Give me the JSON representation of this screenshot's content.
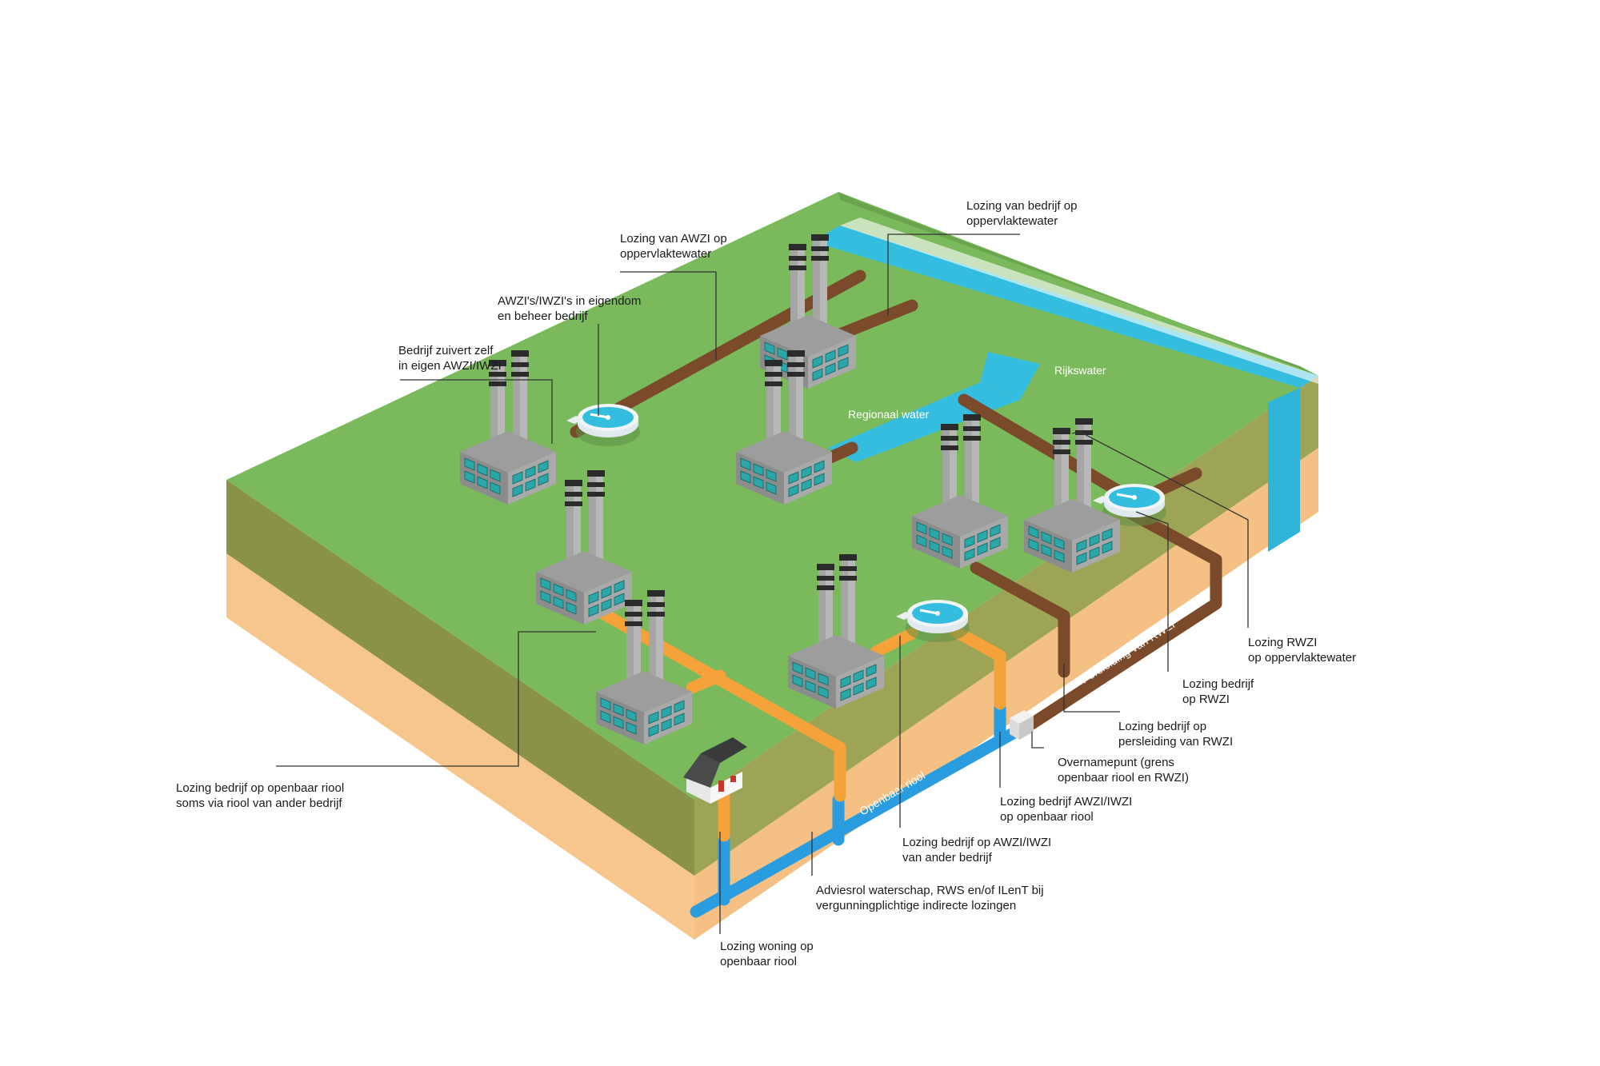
{
  "colors": {
    "grass": "#7aba5c",
    "grass_side": "#8f9a4f",
    "grass_dark": "#7a8a45",
    "soil": "#f6c68c",
    "soil_side": "#f3bf82",
    "water": "#35bde0",
    "brown_pipe": "#7a4a2a",
    "orange_pipe": "#f5a23a",
    "blue_pipe": "#2a9de0"
  },
  "map_labels": {
    "rijkswater": "Rijkswater",
    "regionaal": "Regionaal water",
    "persleiding": "Persleiding van RWZI",
    "openbaar_riool": "Openbaar riool"
  },
  "callouts": {
    "awzi_oppervlak": [
      "Lozing van AWZI op",
      "oppervlaktewater"
    ],
    "eigendom": [
      "AWZI's/IWZI's in eigendom",
      "en beheer bedrijf"
    ],
    "zuivert_zelf": [
      "Bedrijf zuivert zelf",
      "in eigen AWZI/IWZI"
    ],
    "bedrijf_oppervlak": [
      "Lozing van bedrijf op",
      "oppervlaktewater"
    ],
    "rwzi_oppervlak": [
      "Lozing RWZI",
      "op oppervlaktewater"
    ],
    "bedrijf_rwzi": [
      "Lozing bedrijf",
      "op RWZI"
    ],
    "persleiding": [
      "Lozing bedrijf op",
      "persleiding van RWZI"
    ],
    "overnamepunt": [
      "Overnamepunt (grens",
      "openbaar riool en RWZI)"
    ],
    "awzi_riool": [
      "Lozing bedrijf AWZI/IWZI",
      "op openbaar riool"
    ],
    "awzi_ander": [
      "Lozing bedrijf op AWZI/IWZI",
      "van ander bedrijf"
    ],
    "adviesrol": [
      "Adviesrol waterschap, RWS en/of ILenT bij",
      "vergunningplichtige indirecte lozingen"
    ],
    "woning": [
      "Lozing woning op",
      "openbaar riool"
    ],
    "openbaar": [
      "Lozing bedrijf op openbaar riool",
      "soms via riool van ander bedrijf"
    ]
  }
}
